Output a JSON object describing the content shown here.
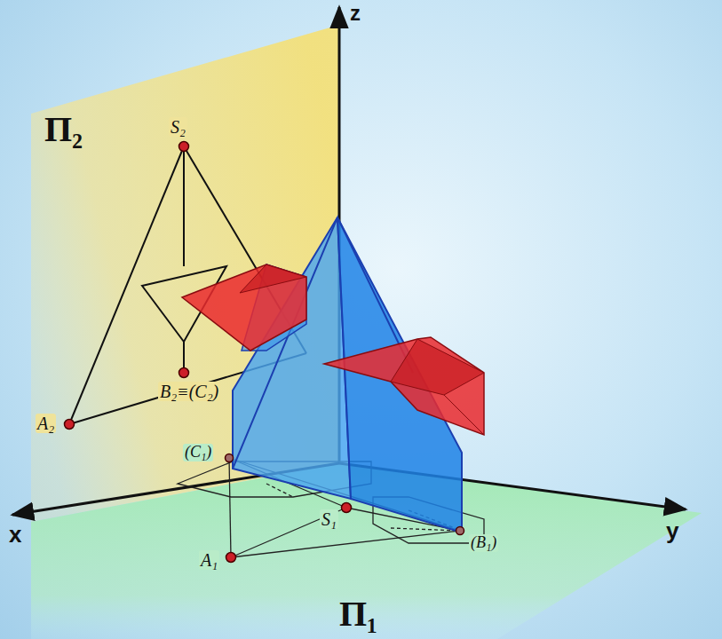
{
  "diagram": {
    "labels": [
      "z",
      "x",
      "y",
      "Π₂",
      "S₂",
      "A₂",
      "B₂≡(C₂)",
      "(C₁)",
      "S₁",
      "A₁",
      "(B₁)",
      "Π₁"
    ]
  }
}
